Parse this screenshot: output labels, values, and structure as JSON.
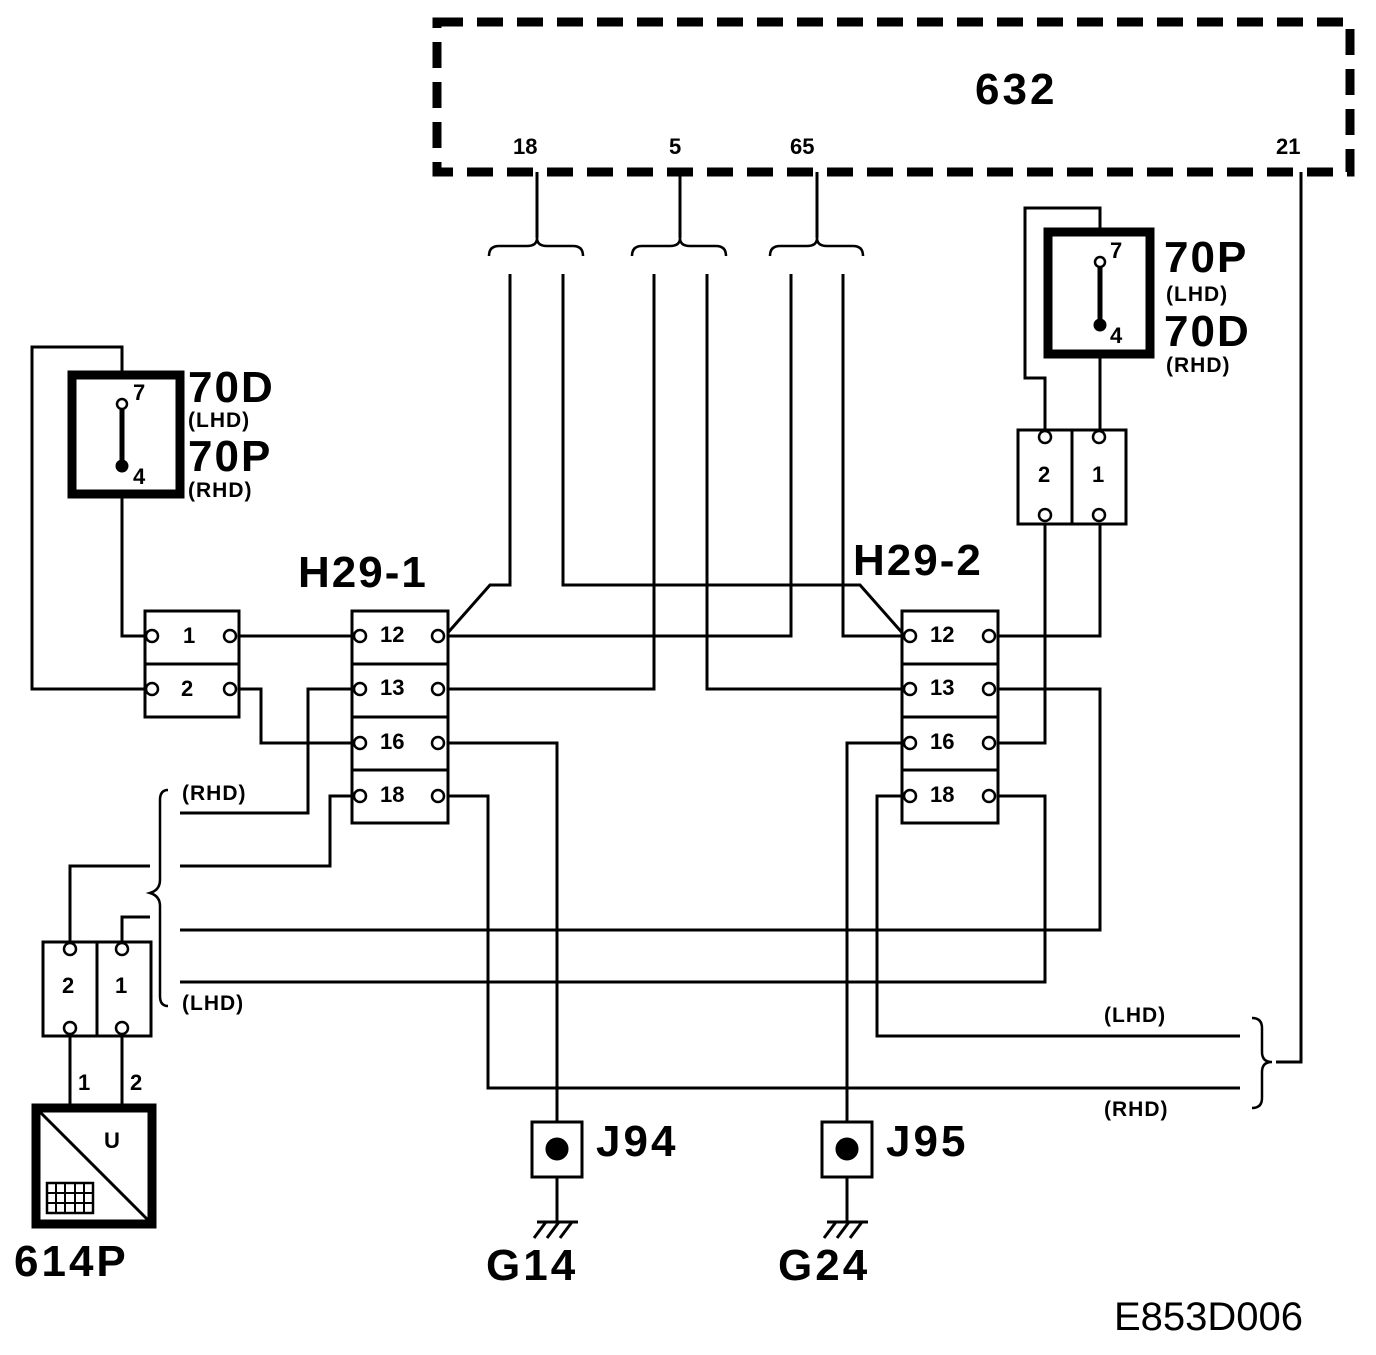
{
  "module_632": {
    "label": "632",
    "pins": [
      "18",
      "5",
      "65",
      "21"
    ]
  },
  "switch_left": {
    "top_label": "70D",
    "top_note": "(LHD)",
    "bottom_label": "70P",
    "bottom_note": "(RHD)",
    "pin_top": "7",
    "pin_bottom": "4"
  },
  "switch_right": {
    "top_label": "70P",
    "top_note": "(LHD)",
    "bottom_label": "70D",
    "bottom_note": "(RHD)",
    "pin_top": "7",
    "pin_bottom": "4"
  },
  "connector_left_small": {
    "pins": [
      "1",
      "2"
    ]
  },
  "connector_right_small": {
    "pins": [
      "2",
      "1"
    ]
  },
  "connector_bottom_small": {
    "pins": [
      "2",
      "1"
    ],
    "wire_labels": [
      "1",
      "2"
    ]
  },
  "h29_1": {
    "label": "H29-1",
    "pins": [
      "12",
      "13",
      "16",
      "18"
    ]
  },
  "h29_2": {
    "label": "H29-2",
    "pins": [
      "12",
      "13",
      "16",
      "18"
    ]
  },
  "variant_labels": {
    "left_rhd": "(RHD)",
    "left_lhd": "(LHD)",
    "right_lhd": "(LHD)",
    "right_rhd": "(RHD)"
  },
  "device_614p": {
    "label": "614P",
    "symbol": "U"
  },
  "junctions": {
    "j94": "J94",
    "j95": "J95"
  },
  "grounds": {
    "g14": "G14",
    "g24": "G24"
  },
  "diagram_code": "E853D006"
}
